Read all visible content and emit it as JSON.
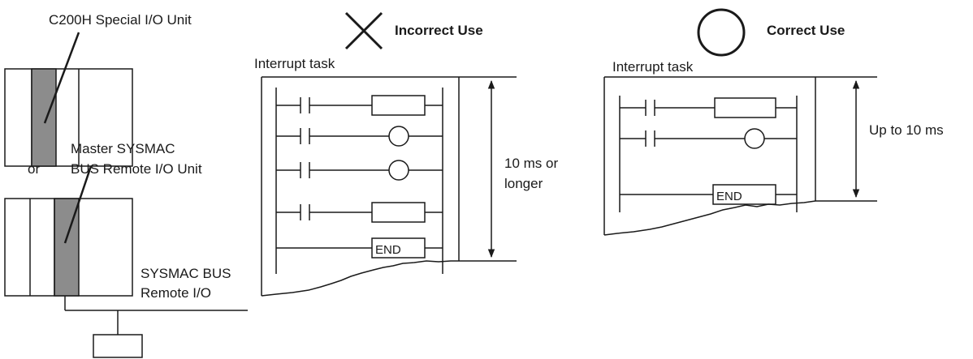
{
  "left": {
    "special_unit_label": "C200H Special I/O Unit",
    "or_label": "or",
    "master_unit_line1": "Master SYSMAC",
    "master_unit_line2": "BUS Remote I/O Unit",
    "remote_io_line1": "SYSMAC BUS",
    "remote_io_line2": "Remote I/O"
  },
  "incorrect": {
    "heading": "Incorrect Use",
    "task_label": "Interrupt task",
    "end_label": "END",
    "time_line1": "10 ms or",
    "time_line2": "longer"
  },
  "correct": {
    "heading": "Correct Use",
    "task_label": "Interrupt task",
    "end_label": "END",
    "time_label": "Up to 10 ms"
  },
  "colors": {
    "line": "#1a1a1a",
    "highlight_unit": "#8c8c8c"
  }
}
